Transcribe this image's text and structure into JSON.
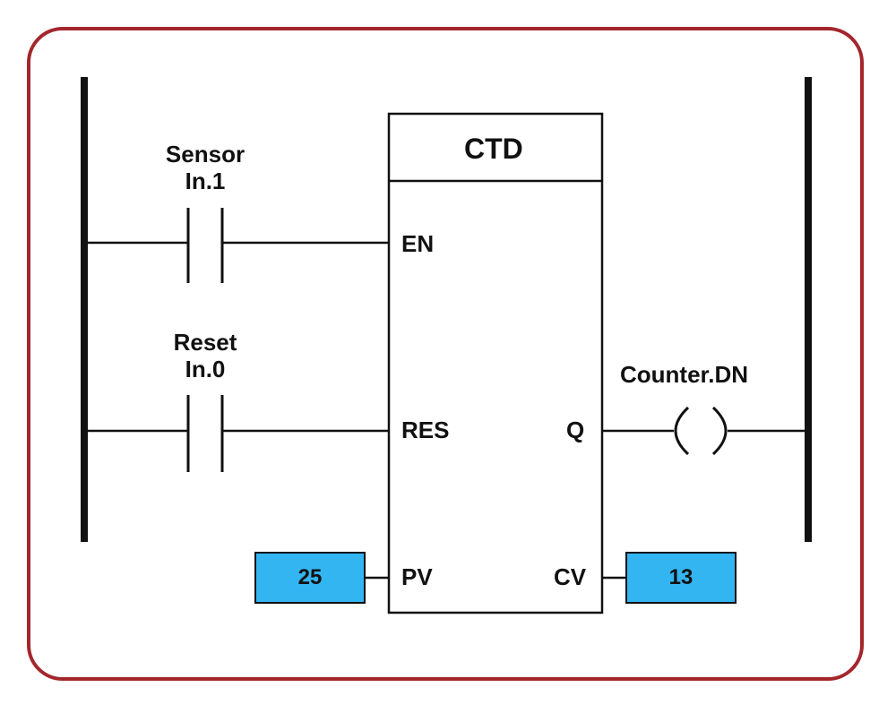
{
  "colors": {
    "frame_border": "#a3262c",
    "value_box_fill": "#33b5f2",
    "line": "#111111"
  },
  "block": {
    "title": "CTD",
    "inputs": {
      "en": "EN",
      "res": "RES",
      "pv": "PV"
    },
    "outputs": {
      "q": "Q",
      "cv": "CV"
    }
  },
  "contacts": {
    "sensor": {
      "line1": "Sensor",
      "line2": "In.1"
    },
    "reset": {
      "line1": "Reset",
      "line2": "In.0"
    }
  },
  "coil": {
    "label": "Counter.DN"
  },
  "values": {
    "preset": "25",
    "current": "13"
  }
}
